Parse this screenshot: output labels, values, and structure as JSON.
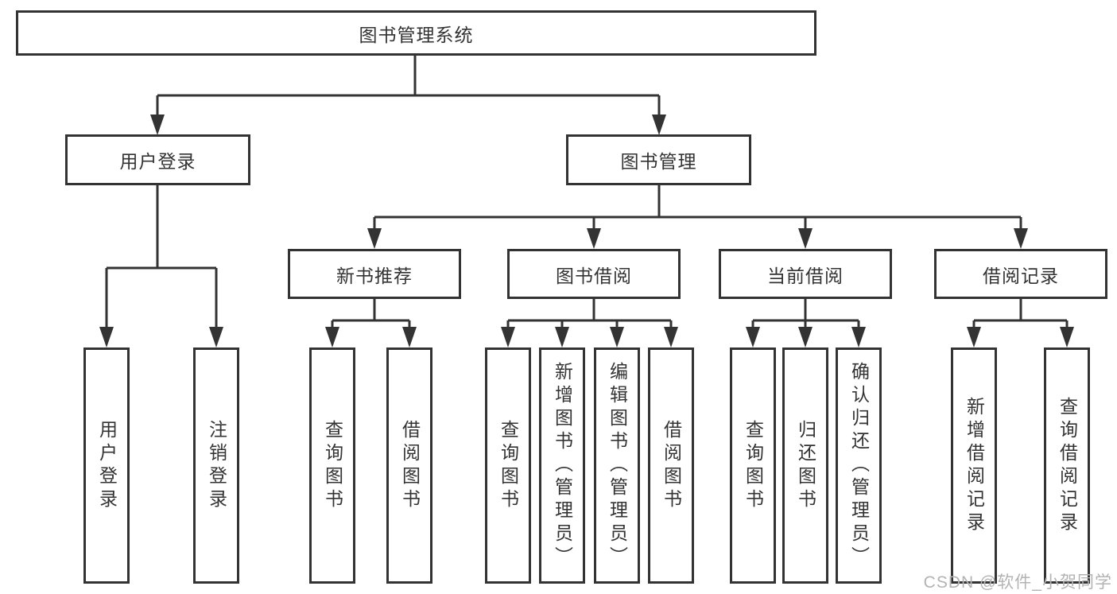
{
  "tree": {
    "label": "图书管理系统",
    "children": [
      {
        "label": "用户登录",
        "children": [
          {
            "label": "用户登录"
          },
          {
            "label": "注销登录"
          }
        ]
      },
      {
        "label": "图书管理",
        "children": [
          {
            "label": "新书推荐",
            "children": [
              {
                "label": "查询图书"
              },
              {
                "label": "借阅图书"
              }
            ]
          },
          {
            "label": "图书借阅",
            "children": [
              {
                "label": "查询图书"
              },
              {
                "label": "新增图书（管理员）"
              },
              {
                "label": "编辑图书（管理员）"
              },
              {
                "label": "借阅图书"
              }
            ]
          },
          {
            "label": "当前借阅",
            "children": [
              {
                "label": "查询图书"
              },
              {
                "label": "归还图书"
              },
              {
                "label": "确认归还（管理员）"
              }
            ]
          },
          {
            "label": "借阅记录",
            "children": [
              {
                "label": "新增借阅记录"
              },
              {
                "label": "查询借阅记录"
              }
            ]
          }
        ]
      }
    ]
  },
  "watermark": "CSDN @软件_小贺同学",
  "colors": {
    "line": "#333333",
    "box_border": "#333333",
    "text": "#333333",
    "background": "#ffffff",
    "watermark": "#b3b3b3"
  }
}
